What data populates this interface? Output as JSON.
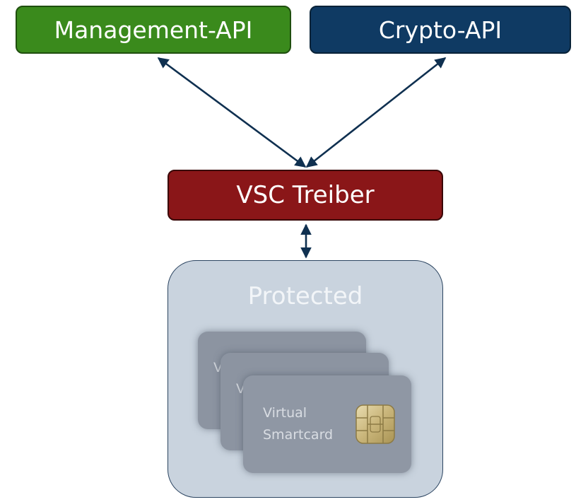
{
  "nodes": {
    "management_api": "Management-API",
    "crypto_api": "Crypto-API",
    "vsc_driver": "VSC Treiber",
    "protected": "Protected"
  },
  "card": {
    "line1": "Virtual",
    "line2": "Smartcard"
  },
  "colors": {
    "management_api": "#3a8a1c",
    "crypto_api": "#0f3a63",
    "vsc_driver": "#8a1618",
    "protected_zone": "#c9d3de",
    "card": "#8c94a1",
    "arrow": "#0f3050"
  }
}
